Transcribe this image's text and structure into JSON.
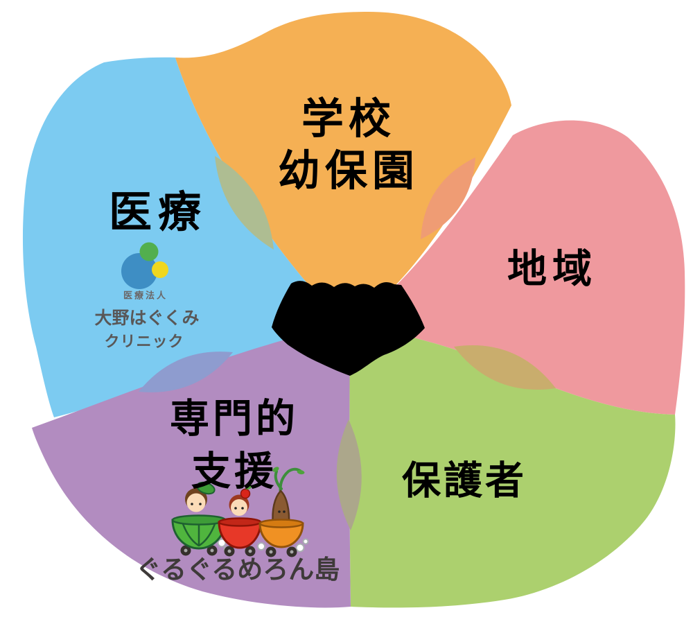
{
  "petals": {
    "school": {
      "line1": "学校",
      "line2": "幼保園",
      "color": "#F5B054"
    },
    "community": {
      "label": "地域",
      "color": "#EF999E"
    },
    "guardians": {
      "label": "保護者",
      "color": "#ACD06E"
    },
    "support": {
      "line1": "専門的",
      "line2": "支援",
      "color": "#B28CC0"
    },
    "medical": {
      "label": "医療",
      "color": "#7CCBF1"
    }
  },
  "overlaps": {
    "medical_school": "#AEBD92",
    "school_community": "#EF9C74",
    "community_guardians": "#C9AD6D",
    "guardians_support": "#ACA78B",
    "support_medical": "#8E9CCF"
  },
  "center": {
    "icon": "handshake-icon",
    "color": "#000000"
  },
  "label_color": "#000000",
  "clinic_logo": {
    "company_type": "医療法人",
    "name_line1": "大野はぐくみ",
    "name_line2": "クリニック",
    "text_color": "#595757",
    "circles": {
      "blue": "#3E8EC4",
      "green": "#52AF4E",
      "yellow": "#EFD71F"
    }
  },
  "melon_logo": {
    "caption": "ぐるぐるめろん島",
    "text_color": "#3E3A39",
    "melon_cart_color": "#50B53E",
    "apple_cart_color": "#E73828",
    "burdock_cart_color": "#F09123"
  }
}
